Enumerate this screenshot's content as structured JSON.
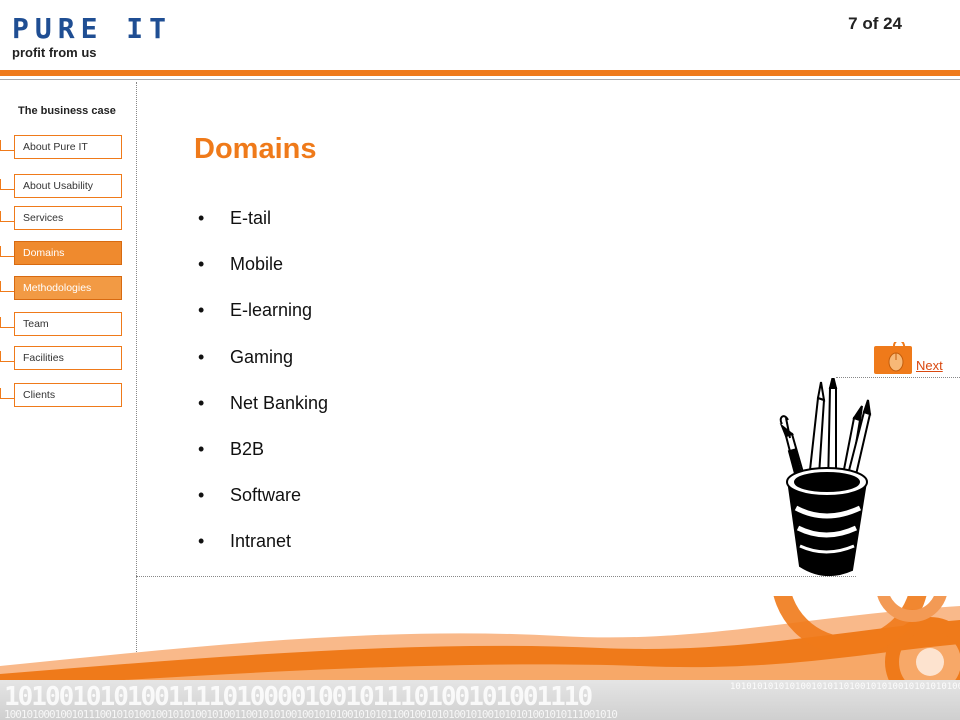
{
  "header": {
    "logo_text": "PURE IT",
    "tagline": "profit from us",
    "page_counter": "7 of 24"
  },
  "sidebar": {
    "section_label": "The business case",
    "items": [
      {
        "label": "About Pure IT",
        "state": "default"
      },
      {
        "label": "About Usability",
        "state": "default"
      },
      {
        "label": "Services",
        "state": "default"
      },
      {
        "label": "Domains",
        "state": "active"
      },
      {
        "label": "Methodologies",
        "state": "highlighted"
      },
      {
        "label": "Team",
        "state": "default"
      },
      {
        "label": "Facilities",
        "state": "default"
      },
      {
        "label": "Clients",
        "state": "default"
      }
    ]
  },
  "main": {
    "title": "Domains",
    "bullets": [
      "E-tail",
      "Mobile",
      "E-learning",
      "Gaming",
      "Net Banking",
      "B2B",
      "Software",
      "Intranet"
    ]
  },
  "navigation": {
    "next_label": "Next",
    "next_icon": "mouse-icon"
  },
  "illustration": {
    "icon": "pencil-cup-icon"
  },
  "footer": {
    "binary_large": "1010010101001111010000100101110100101001110",
    "binary_small": "1001010001001011100101010010010101001010011001010100100101010010101011001001010100101001010101001010111001010",
    "binary_right": "10101010101010010101101001010100101010101001"
  },
  "colors": {
    "accent": "#ef7a1a",
    "brand": "#1f4e93",
    "link": "#d9480f"
  }
}
